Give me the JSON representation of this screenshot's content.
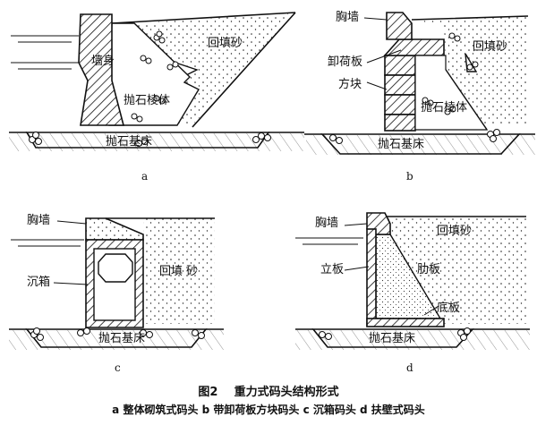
{
  "figure": {
    "number": "图2",
    "title": "重力式码头结构形式",
    "legend_line": "a 整体砌筑式码头  b 带卸荷板方块码头  c 沉箱码头  d 扶壁式码头"
  },
  "panels": {
    "a": {
      "sublabel": "a",
      "labels": {
        "wall_body": "墙身",
        "backfill": "回填砂",
        "rubble_prism": "抛石棱体",
        "rubble_bed": "抛石基床"
      }
    },
    "b": {
      "sublabel": "b",
      "labels": {
        "breast_wall": "胸墙",
        "relief_slab": "卸荷板",
        "block": "方块",
        "backfill": "回填砂",
        "rubble_prism": "抛石棱体",
        "rubble_bed": "抛石基床"
      }
    },
    "c": {
      "sublabel": "c",
      "labels": {
        "breast_wall": "胸墙",
        "caisson": "沉箱",
        "backfill": "回填 砂",
        "rubble_bed": "抛石基床"
      }
    },
    "d": {
      "sublabel": "d",
      "labels": {
        "breast_wall": "胸墙",
        "backfill": "回填砂",
        "vertical_slab": "立板",
        "rib_slab": "肋板",
        "bottom_slab": "底板",
        "rubble_bed": "抛石基床"
      }
    }
  }
}
